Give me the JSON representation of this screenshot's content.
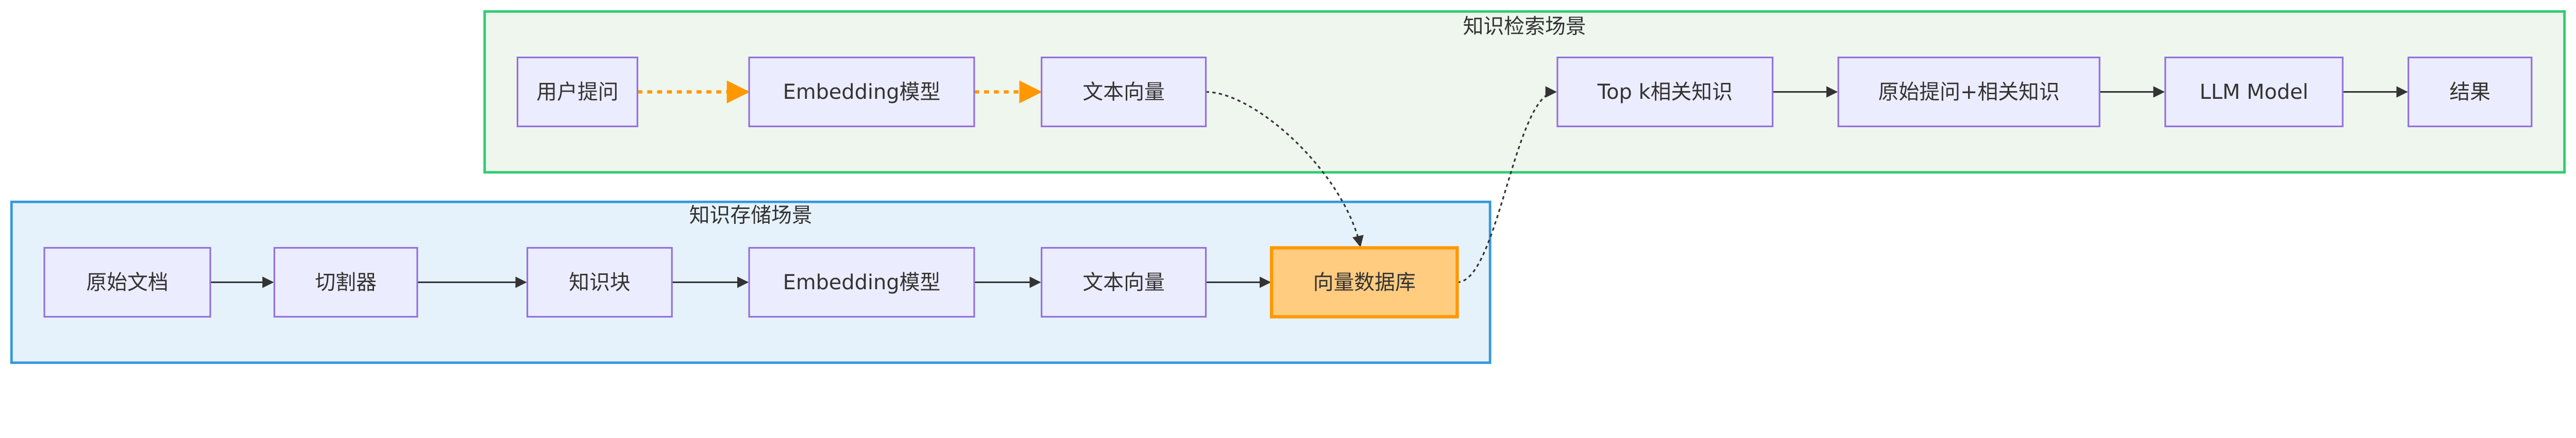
{
  "colors": {
    "retrieval_fill": "#eef6ee",
    "retrieval_stroke": "#2ecc71",
    "storage_fill": "#e6f2fb",
    "storage_stroke": "#3498db",
    "node_fill": "#ececff",
    "node_stroke": "#9370db",
    "highlight_fill": "#ffcc80",
    "highlight_stroke": "#ff9800",
    "query_edge": "#ff9800",
    "edge": "#333333"
  },
  "groups": {
    "retrieval": {
      "title": "知识检索场景"
    },
    "storage": {
      "title": "知识存储场景"
    }
  },
  "nodes": {
    "q1": {
      "label": "用户提问"
    },
    "q2": {
      "label": "Embedding模型"
    },
    "q3": {
      "label": "文本向量"
    },
    "r1": {
      "label": "Top k相关知识"
    },
    "r2": {
      "label": "原始提问+相关知识"
    },
    "r3": {
      "label": "LLM Model"
    },
    "r4": {
      "label": "结果"
    },
    "s1": {
      "label": "原始文档"
    },
    "s2": {
      "label": "切割器"
    },
    "s3": {
      "label": "知识块"
    },
    "s4": {
      "label": "Embedding模型"
    },
    "s5": {
      "label": "文本向量"
    },
    "db": {
      "label": "向量数据库",
      "highlight": true
    }
  },
  "edges": [
    {
      "from": "q1",
      "to": "q2",
      "style": "query"
    },
    {
      "from": "q2",
      "to": "q3",
      "style": "query"
    },
    {
      "from": "q3",
      "to": "db",
      "style": "dotted"
    },
    {
      "from": "db",
      "to": "r1",
      "style": "dotted"
    },
    {
      "from": "r1",
      "to": "r2",
      "style": "solid"
    },
    {
      "from": "r2",
      "to": "r3",
      "style": "solid"
    },
    {
      "from": "r3",
      "to": "r4",
      "style": "solid"
    },
    {
      "from": "s1",
      "to": "s2",
      "style": "solid"
    },
    {
      "from": "s2",
      "to": "s3",
      "style": "solid"
    },
    {
      "from": "s3",
      "to": "s4",
      "style": "solid"
    },
    {
      "from": "s4",
      "to": "s5",
      "style": "solid"
    },
    {
      "from": "s5",
      "to": "db",
      "style": "solid"
    }
  ]
}
